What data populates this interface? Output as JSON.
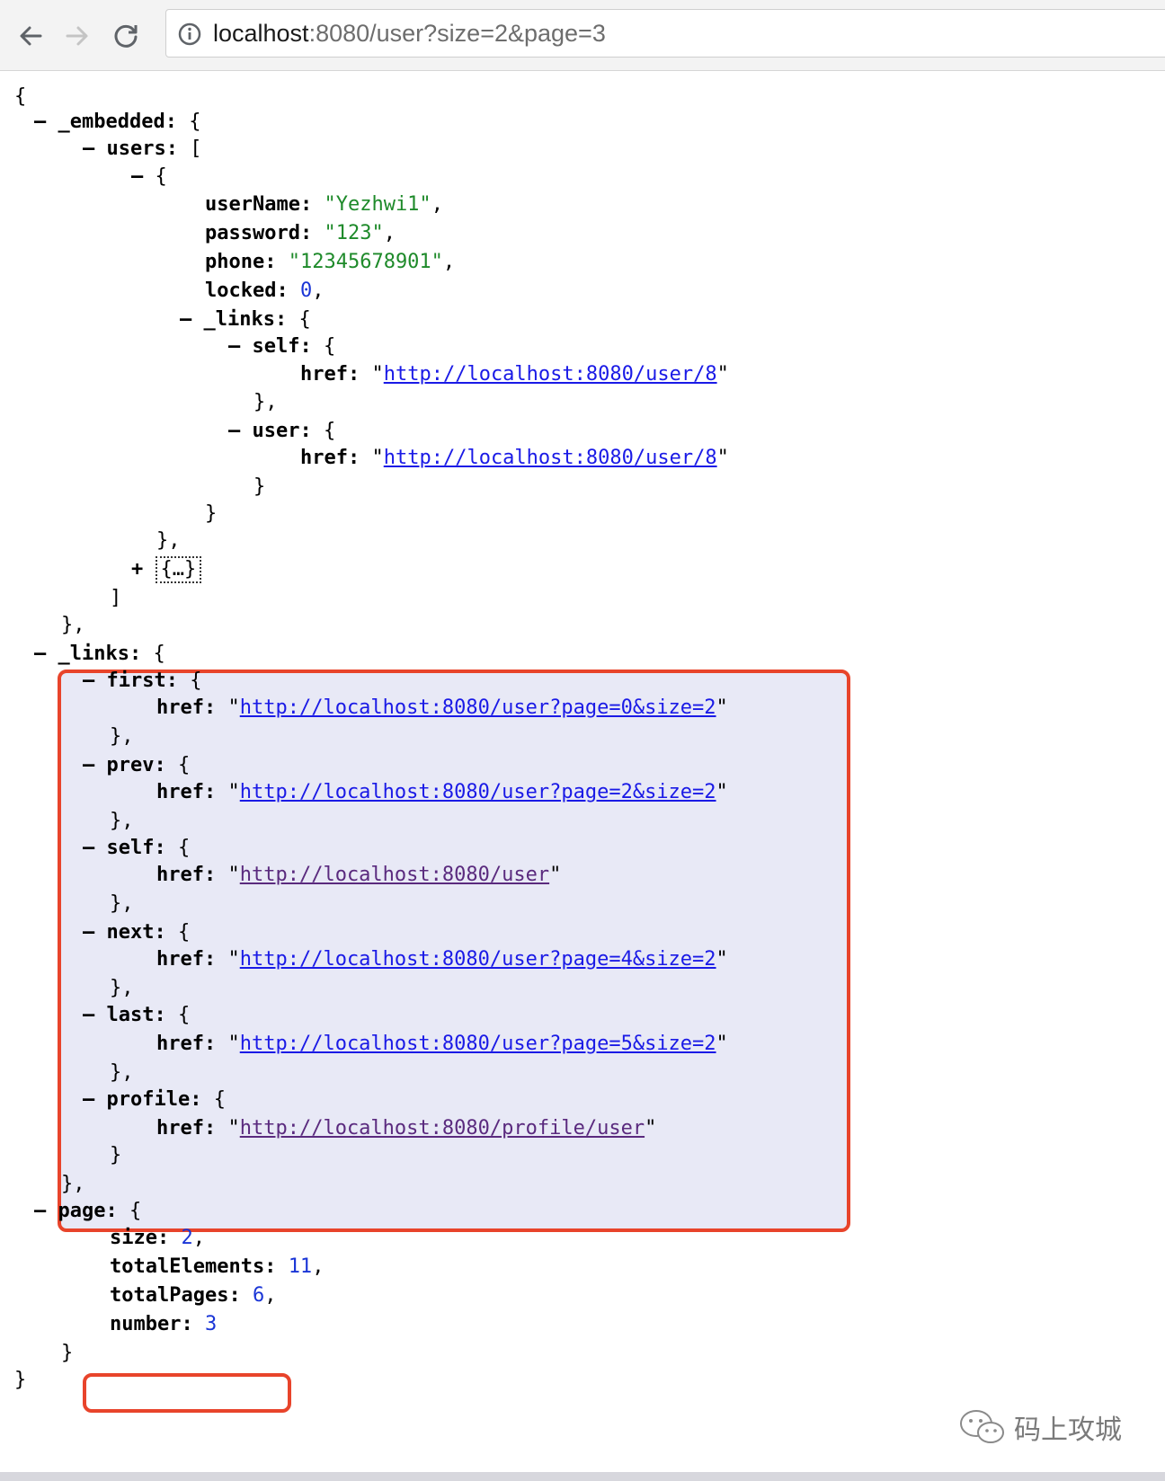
{
  "browser": {
    "url_host": "localhost",
    "url_rest": ":8080/user?size=2&page=3"
  },
  "json": {
    "embedded_key": "_embedded:",
    "users_key": "users:",
    "user": {
      "userName_key": "userName:",
      "userName_val": "\"Yezhwi1\"",
      "password_key": "password:",
      "password_val": "\"123\"",
      "phone_key": "phone:",
      "phone_val": "\"12345678901\"",
      "locked_key": "locked:",
      "locked_val": "0",
      "links_key": "_links:",
      "self_key": "self:",
      "self_href": "http://localhost:8080/user/8",
      "user_key": "user:",
      "user_href": "http://localhost:8080/user/8"
    },
    "collapsed_item": "{…}",
    "links_key": "_links:",
    "links": [
      {
        "key": "first:",
        "href": "http://localhost:8080/user?page=0&size=2"
      },
      {
        "key": "prev:",
        "href": "http://localhost:8080/user?page=2&size=2"
      },
      {
        "key": "self:",
        "href": "http://localhost:8080/user"
      },
      {
        "key": "next:",
        "href": "http://localhost:8080/user?page=4&size=2"
      },
      {
        "key": "last:",
        "href": "http://localhost:8080/user?page=5&size=2"
      },
      {
        "key": "profile:",
        "href": "http://localhost:8080/profile/user"
      }
    ],
    "href_key": "href:",
    "page_key": "page:",
    "page": {
      "size_key": "size:",
      "size_val": "2",
      "totalElements_key": "totalElements:",
      "totalElements_val": "11",
      "totalPages_key": "totalPages:",
      "totalPages_val": "6",
      "number_key": "number:",
      "number_val": "3"
    }
  },
  "watermark": {
    "text": "码上攻城",
    "icon": "wechat-icon"
  },
  "colors": {
    "highlight": "#e8442b",
    "string": "#1e8a2a",
    "number": "#1a35d6",
    "link": "#1a1ae6"
  }
}
